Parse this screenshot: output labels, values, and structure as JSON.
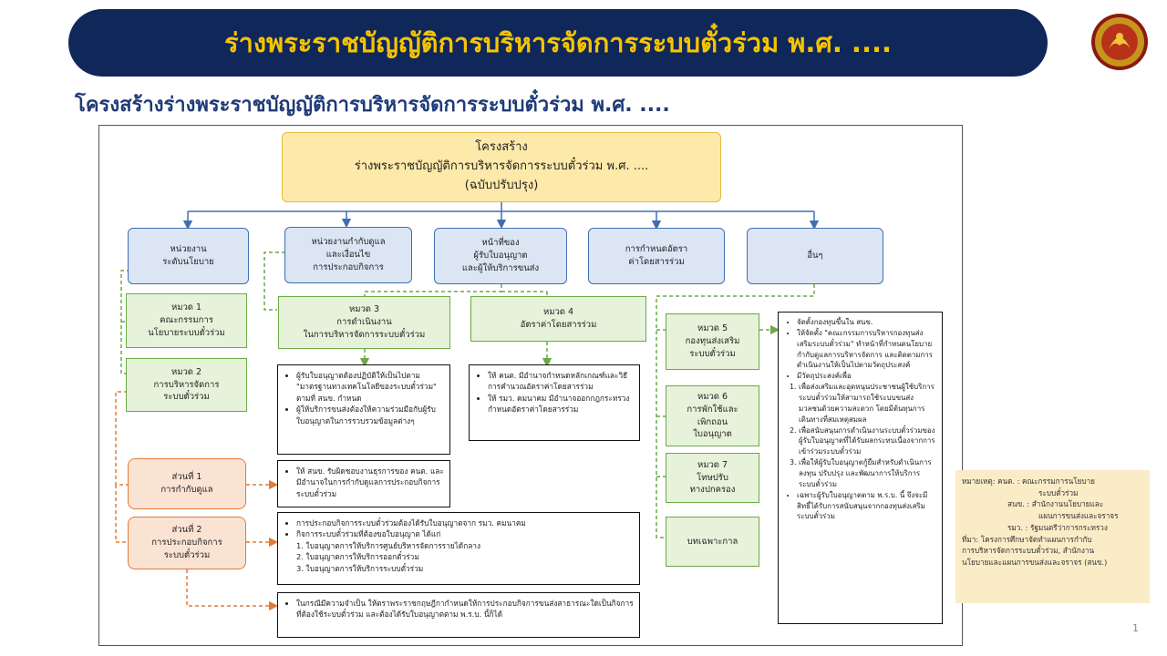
{
  "header": {
    "title": "ร่างพระราชบัญญัติการบริหารจัดการระบบตั๋วร่วม พ.ศ. ...."
  },
  "subtitle": "โครงสร้างร่างพระราชบัญญัติการบริหารจัดการระบบตั๋วร่วม พ.ศ. ....",
  "top_box": {
    "line1": "โครงสร้าง",
    "line2": "ร่างพระราชบัญญัติการบริหารจัดการระบบตั๋วร่วม พ.ศ. ....",
    "line3": "(ฉบับปรับปรุง)"
  },
  "categories": [
    {
      "l1": "หน่วยงาน",
      "l2": "ระดับนโยบาย",
      "l3": ""
    },
    {
      "l1": "หน่วยงานกำกับดูแล",
      "l2": "และเงื่อนไข",
      "l3": "การประกอบกิจการ"
    },
    {
      "l1": "หน้าที่ของ",
      "l2": "ผู้รับใบอนุญาต",
      "l3": "และผู้ให้บริการขนส่ง"
    },
    {
      "l1": "การกำหนดอัตรา",
      "l2": "ค่าโดยสารร่วม",
      "l3": ""
    },
    {
      "l1": "อื่นๆ",
      "l2": "",
      "l3": ""
    }
  ],
  "chapters": {
    "ch1": {
      "l1": "หมวด 1",
      "l2": "คณะกรรมการ",
      "l3": "นโยบายระบบตั๋วร่วม"
    },
    "ch2": {
      "l1": "หมวด 2",
      "l2": "การบริหารจัดการ",
      "l3": "ระบบตั๋วร่วม"
    },
    "ch3": {
      "l1": "หมวด 3",
      "l2": "การดำเนินงาน",
      "l3": "ในการบริหารจัดการระบบตั๋วร่วม"
    },
    "ch4": {
      "l1": "หมวด 4",
      "l2": "อัตราค่าโดยสารร่วม"
    },
    "ch5": {
      "l1": "หมวด 5",
      "l2": "กองทุนส่งเสริม",
      "l3": "ระบบตั๋วร่วม"
    },
    "ch6": {
      "l1": "หมวด 6",
      "l2": "การพักใช้และ",
      "l3": "เพิกถอน",
      "l4": "ใบอนุญาต"
    },
    "ch7": {
      "l1": "หมวด 7",
      "l2": "โทษปรับ",
      "l3": "ทางปกครอง"
    },
    "transitional": "บทเฉพาะกาล"
  },
  "parts": {
    "p1": {
      "l1": "ส่วนที่ 1",
      "l2": "การกำกับดูแล"
    },
    "p2": {
      "l1": "ส่วนที่ 2",
      "l2": "การประกอบกิจการ",
      "l3": "ระบบตั๋วร่วม"
    }
  },
  "text_boxes": {
    "ch3_items": [
      "ผู้รับใบอนุญาตต้องปฏิบัติให้เป็นไปตาม \"มาตรฐานทางเทคโนโลยีของระบบตั๋วร่วม\" ตามที่ สนข. กำหนด",
      "ผู้ให้บริการขนส่งต้องให้ความร่วมมือกับผู้รับใบอนุญาตในการรวบรวมข้อมูลต่างๆ"
    ],
    "ch4_items": [
      "ให้ คนต. มีอำนาจกำหนดหลักเกณฑ์และวิธีการคำนวณอัตราค่าโดยสารร่วม",
      "ให้ รมว. คมนาคม มีอำนาจออกกฎกระทรวงกำหนดอัตราค่าโดยสารร่วม"
    ],
    "p1_items": [
      "ให้ สนข. รับผิดชอบงานธุรการของ คนต. และมีอำนาจในการกำกับดูแลการประกอบกิจการระบบตั๋วร่วม"
    ],
    "p2_items": [
      "การประกอบกิจการระบบตั๋วร่วมต้องได้รับใบอนุญาตจาก รมว. คมนาคม",
      "กิจการระบบตั๋วร่วมที่ต้องขอใบอนุญาต ได้แก่"
    ],
    "p2_sub": [
      "1. ใบอนุญาตการให้บริการศูนย์บริหารจัดการรายได้กลาง",
      "2. ใบอนุญาตการให้บริการออกตั๋วร่วม",
      "3. ใบอนุญาตการให้บริการระบบตั๋วร่วม"
    ],
    "bottom_items": [
      "ในกรณีมีความจำเป็น ให้ตราพระราชกฤษฎีกากำหนดให้การประกอบกิจการขนส่งสาธารณะใดเป็นกิจการที่ต้องใช้ระบบตั๋วร่วม และต้องได้รับใบอนุญาตตาม พ.ร.บ. นี้ก็ได้"
    ],
    "ch5_items_a": [
      "จัดตั้งกองทุนขึ้นใน สนข.",
      "ให้จัดตั้ง \"คณะกรรมการบริหารกองทุนส่งเสริมระบบตั๋วร่วม\" ทำหน้าที่กำหนดนโยบาย กำกับดูแลการบริหารจัดการ และติดตามการดำเนินงานให้เป็นไปตามวัตถุประสงค์",
      "มีวัตถุประสงค์เพื่อ"
    ],
    "ch5_sub": [
      "เพื่อส่งเสริมและอุดหนุนประชาชนผู้ใช้บริการระบบตั๋วร่วมให้สามารถใช้ระบบขนส่งมวลชนด้วยความสะดวก โดยมีต้นทุนการเดินทางที่สมเหตุสมผล",
      "เพื่อสนับสนุนการดำเนินงานระบบตั๋วร่วมของผู้รับใบอนุญาตที่ได้รับผลกระทบเนื่องจากการเข้าร่วมระบบตั๋วร่วม",
      "เพื่อให้ผู้รับใบอนุญาตกู้ยืมสำหรับดำเนินการลงทุน ปรับปรุง และพัฒนาการให้บริการระบบตั๋วร่วม"
    ],
    "ch5_items_b": [
      "เฉพาะผู้รับใบอนุญาตตาม พ.ร.บ. นี้ จึงจะมีสิทธิ์ได้รับการสนับสนุนจากกองทุนส่งเสริมระบบตั๋วร่วม"
    ]
  },
  "note": {
    "rows": [
      "หมายเหตุ: คนต. : คณะกรรมการนโยบาย",
      "ระบบตั๋วร่วม",
      "สนข. : สำนักงานนโยบายและ",
      "แผนการขนส่งและจราจร",
      "รมว. : รัฐมนตรีว่าการกระทรวง",
      "ที่มา: โครงการศึกษาจัดทำแผนการกำกับ",
      "การบริหารจัดการระบบตั๋วร่วม, สำนักงาน",
      "นโยบายและแผนการขนส่งและจราจร (สนข.)"
    ]
  },
  "page_number": "1",
  "colors": {
    "banner_bg": "#10275a",
    "banner_text": "#f5c400",
    "subtitle": "#1f3a78"
  }
}
